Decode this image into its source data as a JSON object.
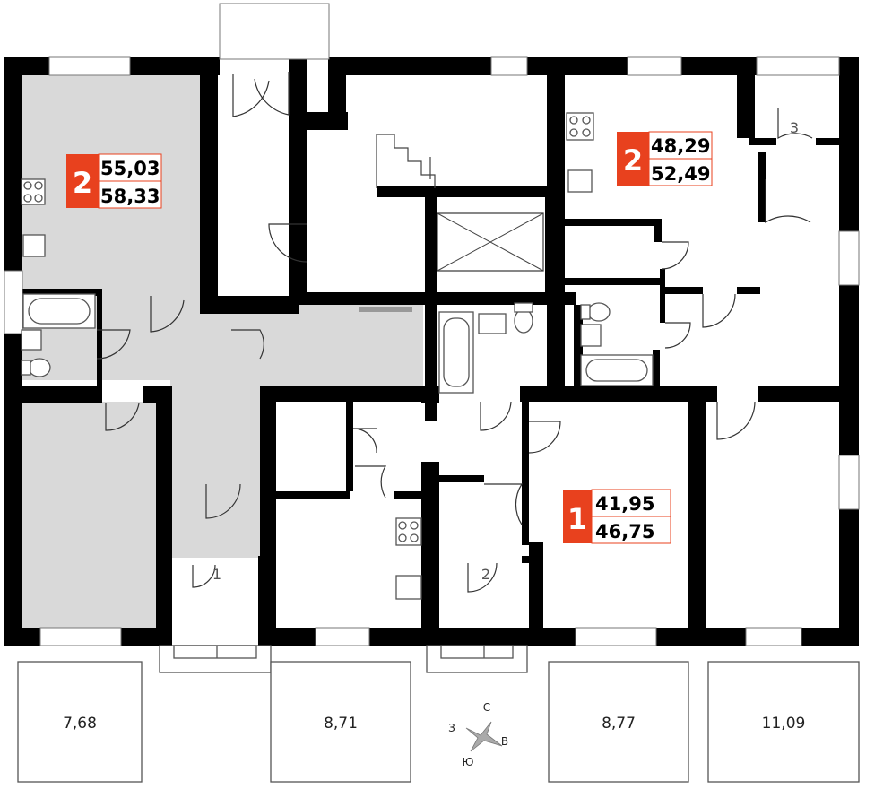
{
  "apartments": [
    {
      "rooms": "2",
      "living_area": "55,03",
      "total_area": "58,33",
      "accent": "#e8411e"
    },
    {
      "rooms": "2",
      "living_area": "48,29",
      "total_area": "52,49",
      "accent": "#e8411e"
    },
    {
      "rooms": "1",
      "living_area": "41,95",
      "total_area": "46,75",
      "accent": "#e8411e"
    }
  ],
  "entrances": [
    "1",
    "2",
    "3"
  ],
  "terraces": [
    "7,68",
    "8,71",
    "8,77",
    "11,09"
  ],
  "compass": {
    "north": "С",
    "east": "В",
    "south": "Ю",
    "west": "З"
  },
  "colors": {
    "wall": "#000000",
    "highlight": "#d9d9d9",
    "accent": "#e8411e"
  }
}
